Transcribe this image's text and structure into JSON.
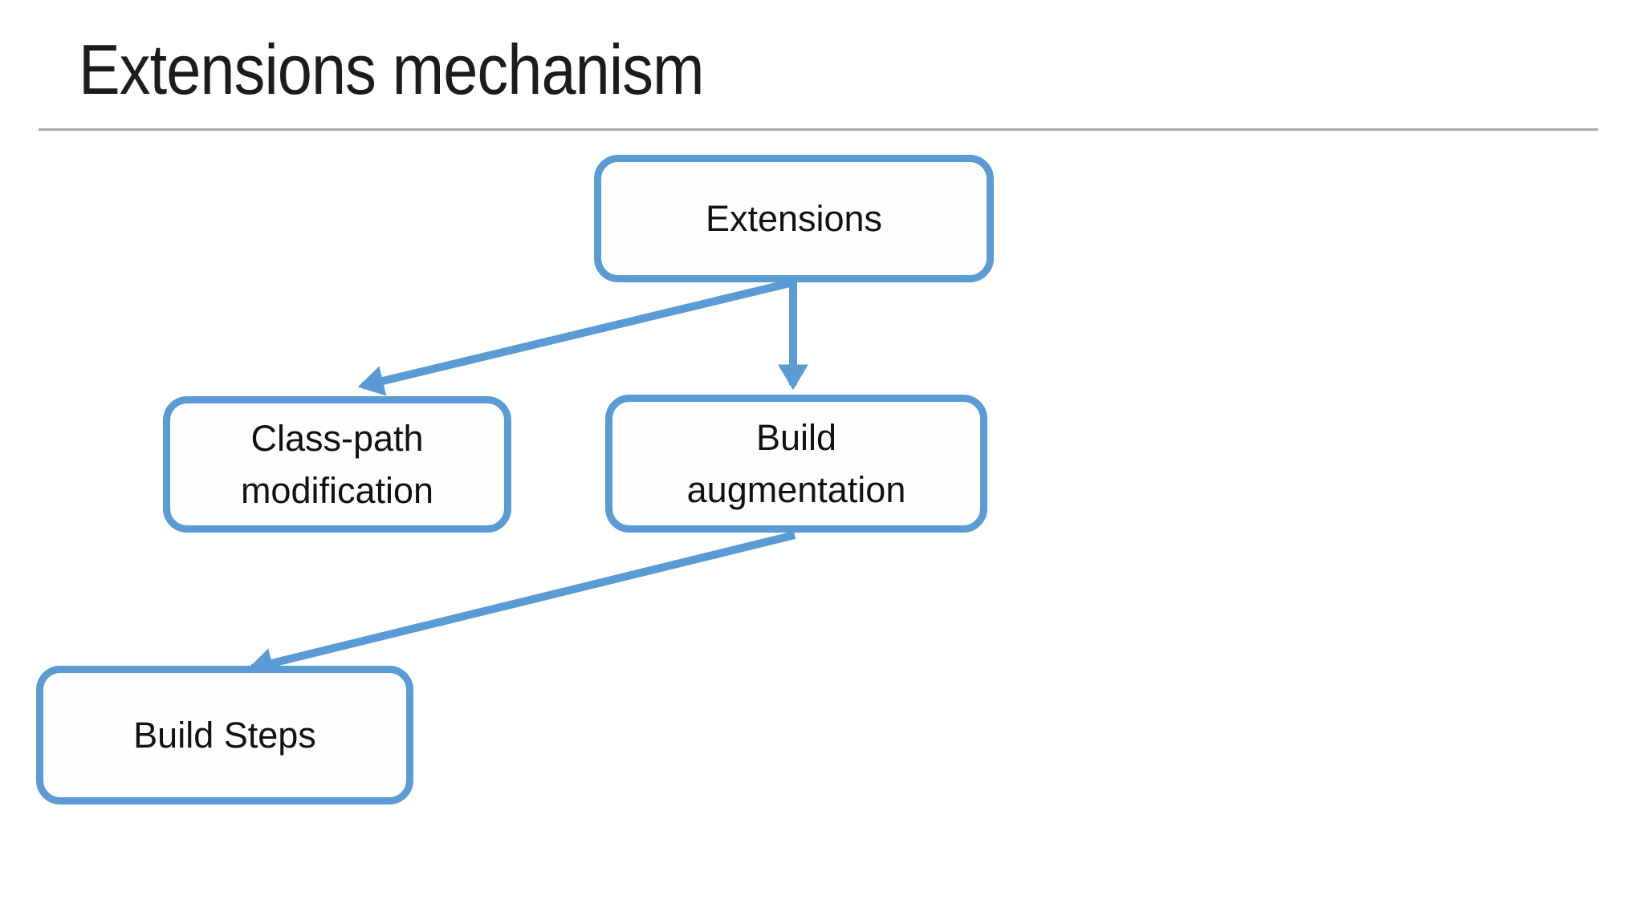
{
  "slide": {
    "title": "Extensions mechanism"
  },
  "theme": {
    "accent_blue": "#5B9BD5",
    "divider_gray": "#A9A9A9",
    "text_color": "#1C1C1C",
    "background": "#FFFFFF"
  },
  "diagram": {
    "nodes": [
      {
        "id": "extensions",
        "label": "Extensions"
      },
      {
        "id": "class-path-modification",
        "label": "Class-path\nmodification"
      },
      {
        "id": "build-augmentation",
        "label": "Build\naugmentation"
      },
      {
        "id": "build-steps",
        "label": "Build Steps"
      }
    ],
    "edges": [
      {
        "from": "extensions",
        "to": "class-path-modification"
      },
      {
        "from": "extensions",
        "to": "build-augmentation"
      },
      {
        "from": "build-augmentation",
        "to": "build-steps"
      }
    ]
  }
}
